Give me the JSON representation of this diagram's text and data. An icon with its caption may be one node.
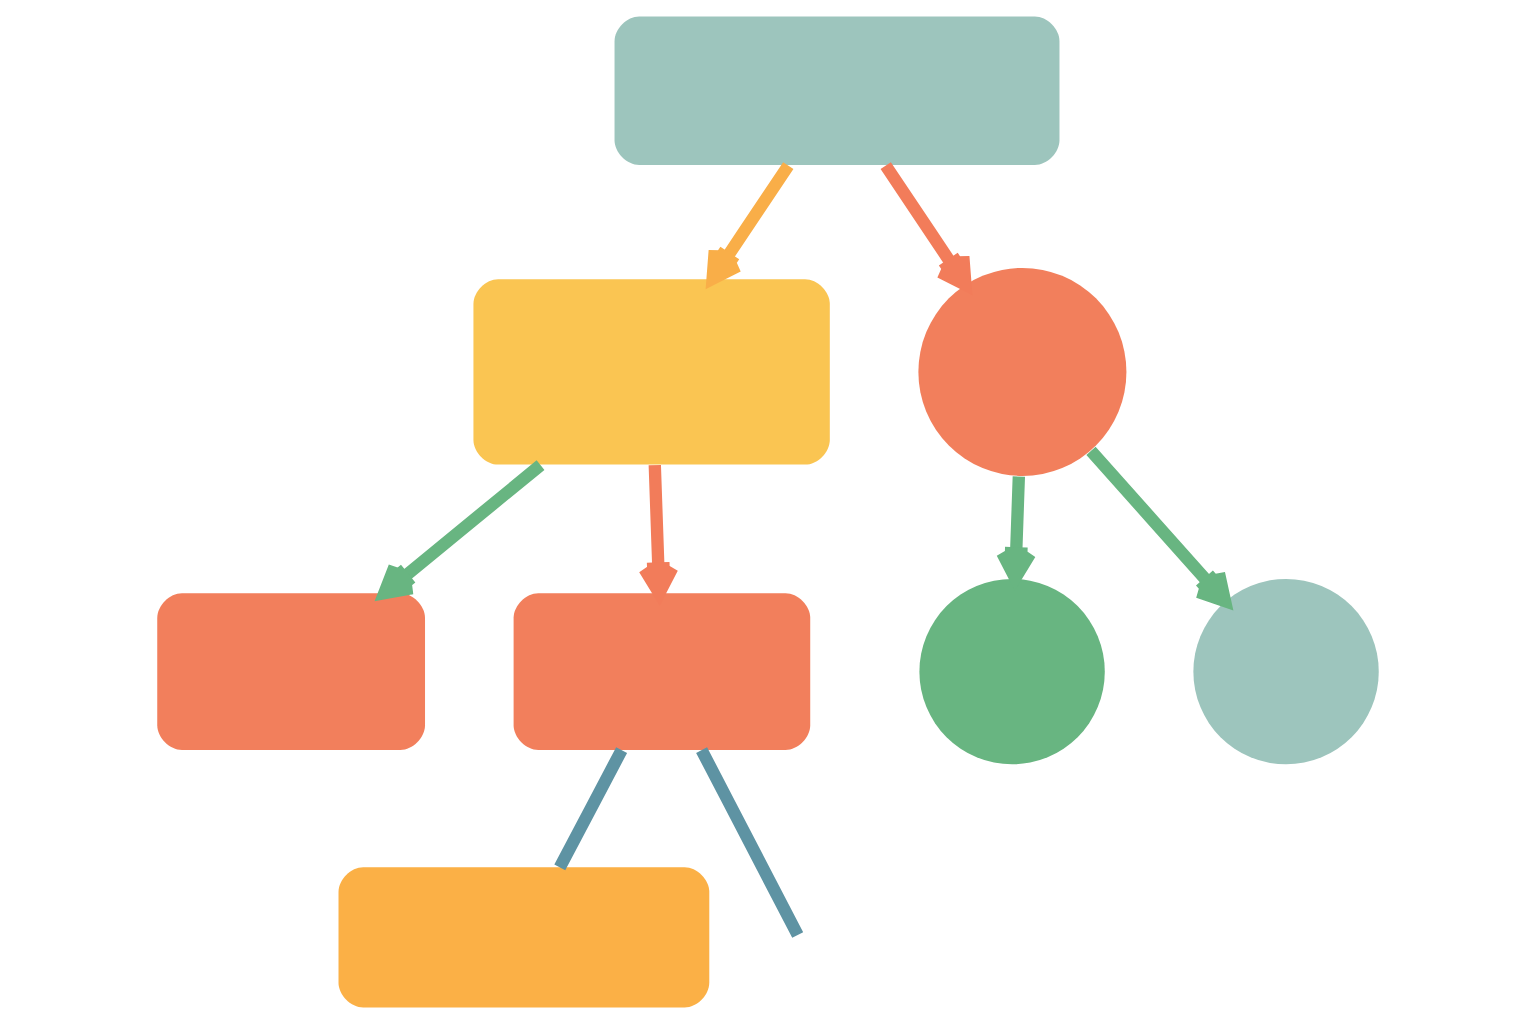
{
  "diagram": {
    "nodes": [
      {
        "text": [],
        "shape": "box"
      },
      {
        "text": [],
        "shape": "box"
      },
      {
        "text": [],
        "shape": "circle"
      },
      {
        "text": [],
        "shape": "box"
      },
      {
        "text": [],
        "shape": "box"
      },
      {
        "text": [],
        "shape": "circle"
      },
      {
        "text": [],
        "shape": "circle"
      },
      {
        "text": [],
        "shape": "box"
      }
    ],
    "edges": [
      {
        "from": 0,
        "to": 1,
        "arrow": "to",
        "color": "#f9ae48"
      },
      {
        "from": 0,
        "to": 2,
        "arrow": "to",
        "color": "#f27c5a"
      },
      {
        "from": 1,
        "to": 3,
        "arrow": "to"
      },
      {
        "from": 1,
        "to": 4,
        "arrow": "to",
        "color": "#f27c5a"
      },
      {
        "from": 2,
        "to": 5,
        "arrow": "to"
      },
      {
        "from": 2,
        "to": 6,
        "arrow": "to"
      },
      {
        "from": 4,
        "to": 7,
        "arrow": "none",
        "color": "#5e93a3"
      },
      {
        "from": 4,
        "to": null,
        "arrow": "none",
        "color": "#5e93a3"
      }
    ]
  }
}
